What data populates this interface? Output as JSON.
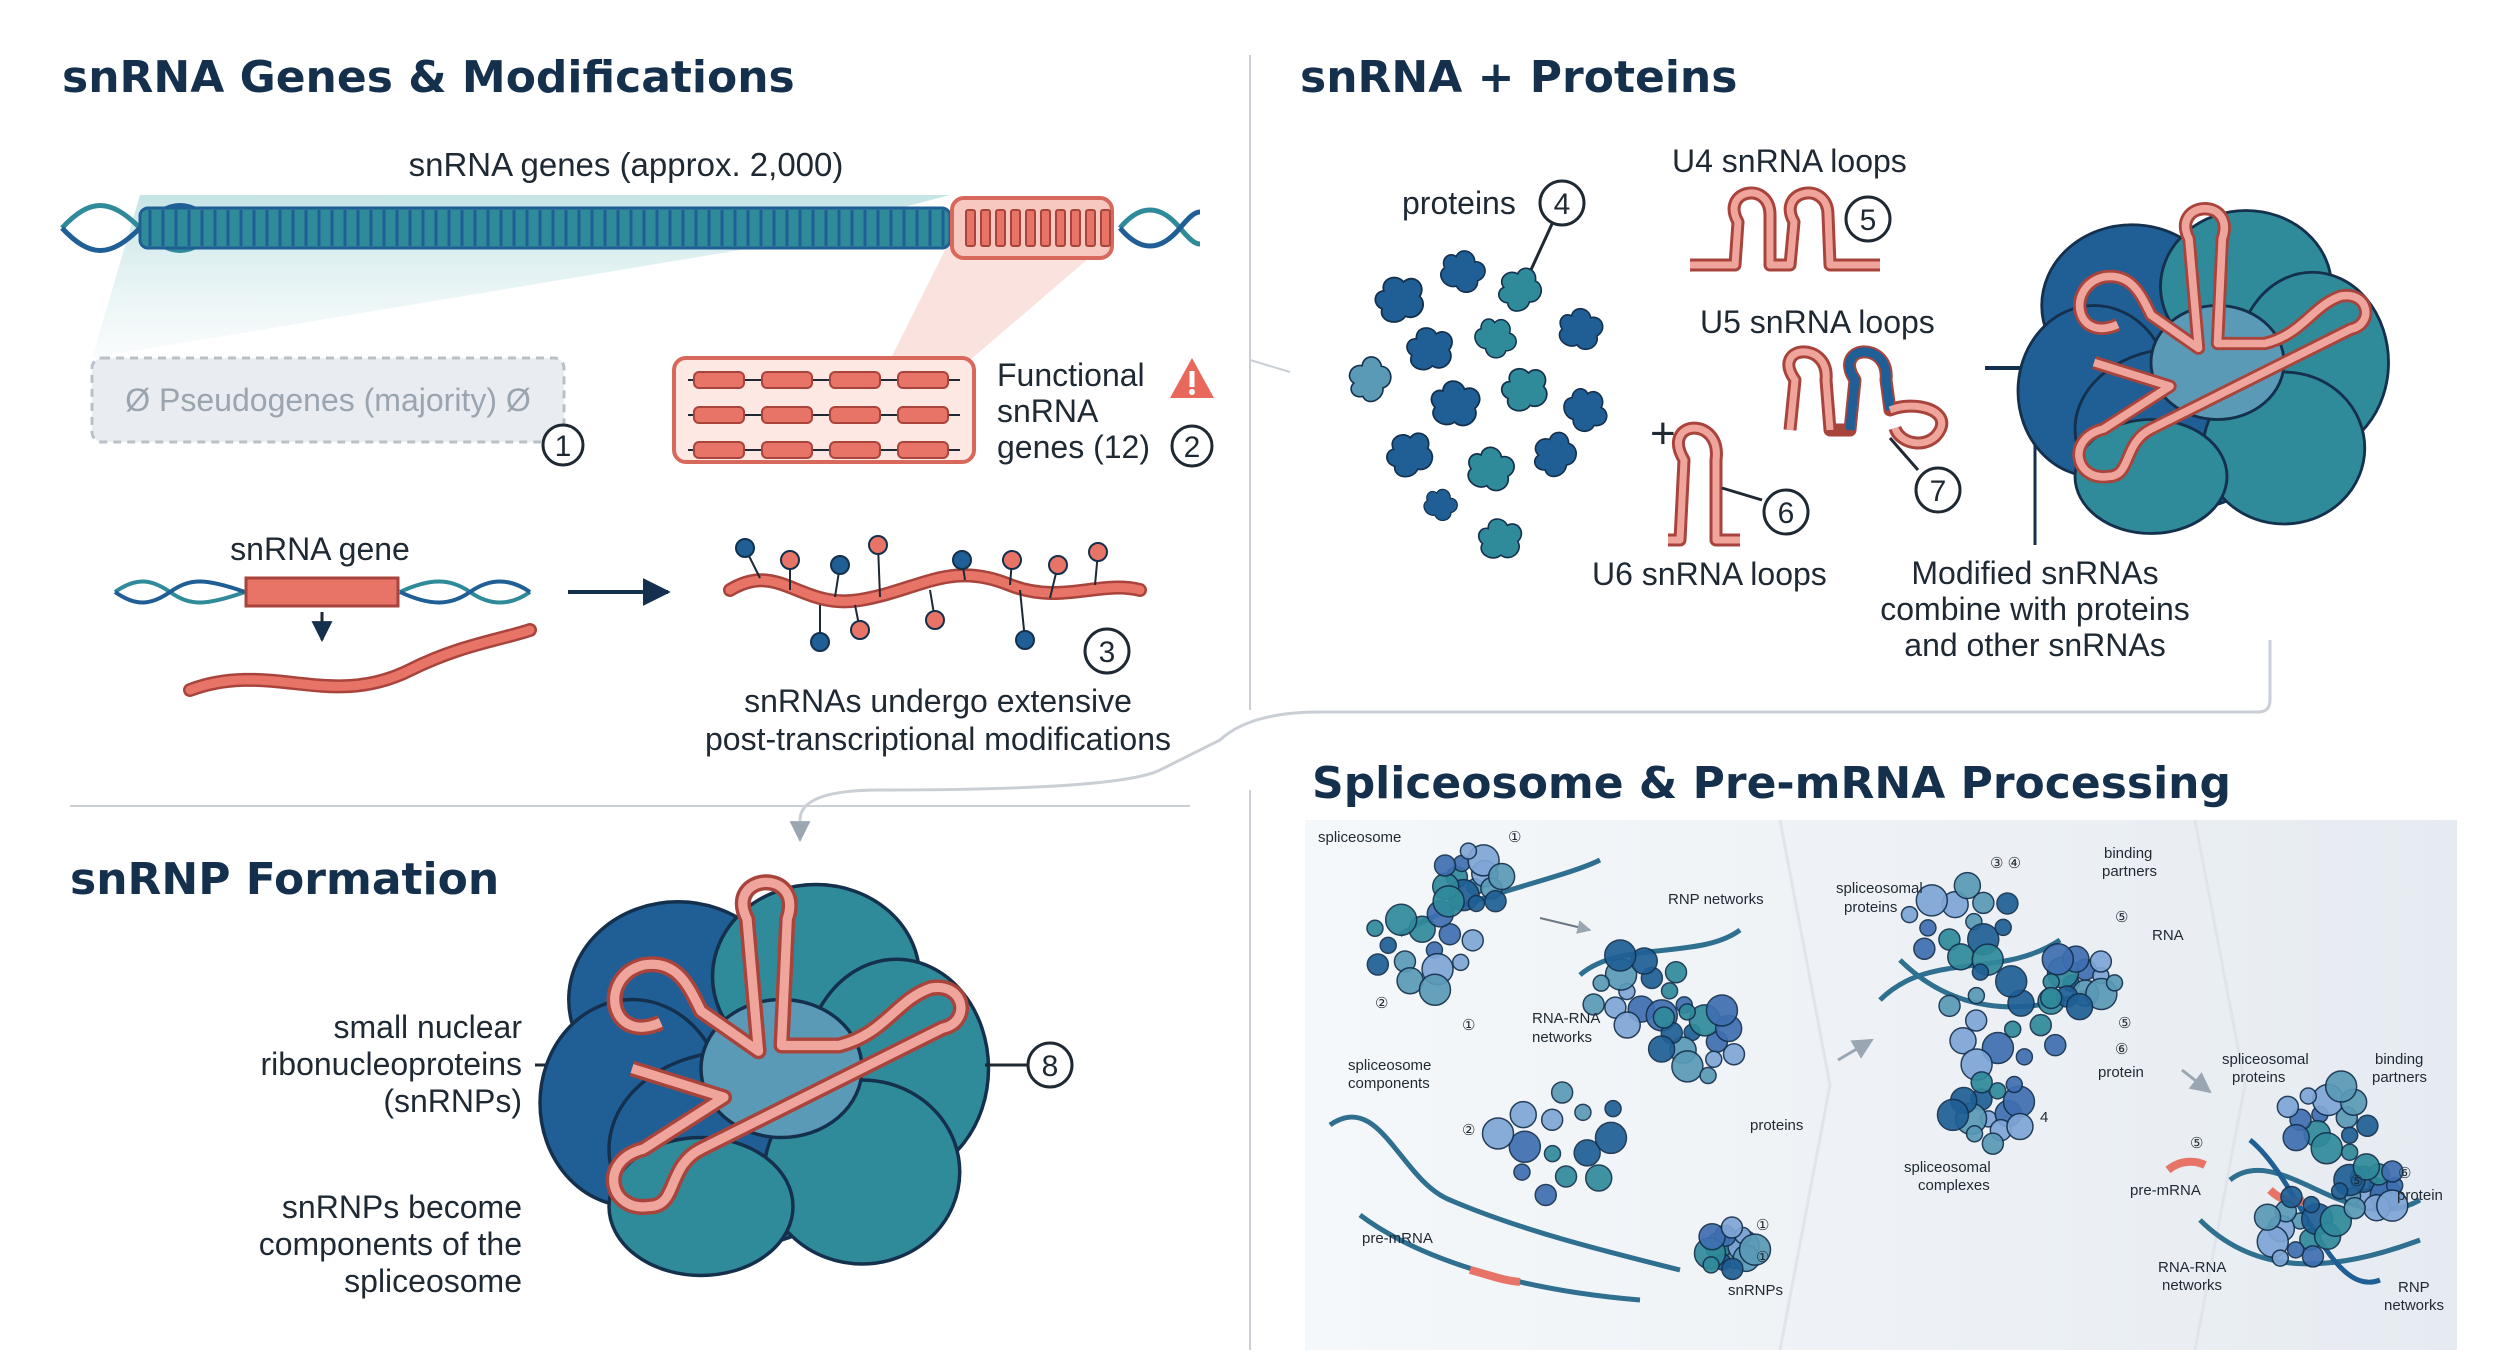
{
  "colors": {
    "navy": "#14304d",
    "teal": "#2f8a9a",
    "dark_blue": "#1f5f95",
    "salmon": "#e87468",
    "rna": "#d96b62",
    "grey": "#b9c1c8",
    "pseudo_bg": "#e9edf1"
  },
  "panels": {
    "genes": {
      "title": "snRNA Genes & Modifications",
      "genes_label": "snRNA genes (approx. 2,000)",
      "pseudogenes": "Ø Pseudogenes (majority) Ø",
      "functional": [
        "Functional",
        "snRNA",
        "genes (12)"
      ],
      "gene_label": "snRNA gene",
      "modifications": [
        "snRNAs undergo extensive",
        "post-transcriptional modifications"
      ],
      "warning_icon": "warning-triangle-icon"
    },
    "proteins": {
      "title": "snRNA + Proteins",
      "proteins_label": "proteins",
      "u4": "U4 snRNA loops",
      "u5": "U5 snRNA loops",
      "u6": "U6 snRNA loops",
      "plus": "+",
      "combine": [
        "Modified snRNAs",
        "combine with proteins",
        "and other snRNAs"
      ]
    },
    "formation": {
      "title": "snRNP Formation",
      "snrnp": [
        "small nuclear",
        "ribonucleoproteins",
        "(snRNPs)"
      ],
      "components": [
        "snRNPs become",
        "components of the",
        "spliceosome"
      ]
    },
    "splice": {
      "title": "Spliceosome & Pre-mRNA Processing",
      "labels": {
        "spliceosome": "spliceosome",
        "rnp_networks": "RNP networks",
        "rna_rna": [
          "RNA-RNA",
          "networks"
        ],
        "components": [
          "spliceosome",
          "components"
        ],
        "proteins": "proteins",
        "pre_mrna": "pre-mRNA",
        "snrnps": "snRNPs",
        "spliceosomal_proteins": [
          "spliceosomal",
          "proteins"
        ],
        "binding_partners": [
          "binding",
          "partners"
        ],
        "rna": "RNA",
        "protein": "protein",
        "spliceosomal_complexes": [
          "spliceosomal",
          "complexes"
        ],
        "rnp_networks2": [
          "RNP",
          "networks"
        ]
      }
    }
  },
  "markers": {
    "m1": "1",
    "m2": "2",
    "m3": "3",
    "m4": "4",
    "m5": "5",
    "m6": "6",
    "m7": "7",
    "m8": "8",
    "m34": "③ ④",
    "c1": "①",
    "c2": "②",
    "c5": "⑤",
    "c6": "⑥"
  }
}
